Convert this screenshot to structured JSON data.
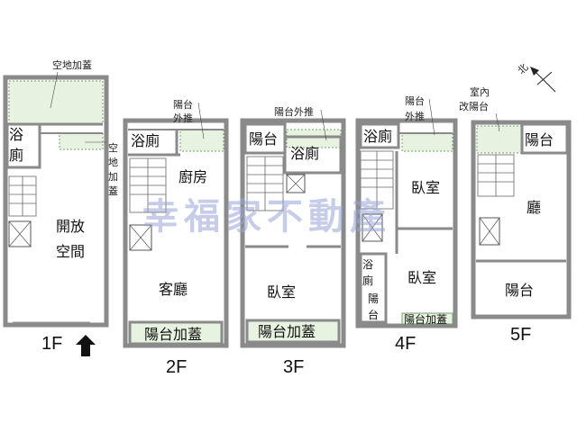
{
  "watermark": "幸福家不動產",
  "north": {
    "label": "北"
  },
  "colors": {
    "wall": "#8a8a8a",
    "balcony_fill": "#e8f2e0",
    "watermark": "#9aa6d6"
  },
  "floors": {
    "f1": {
      "label": "1F",
      "notes": [
        "空地加蓋",
        "空",
        "地",
        "加",
        "蓋"
      ],
      "rooms": [
        "浴",
        "廁",
        "開放",
        "空間"
      ]
    },
    "f2": {
      "label": "2F",
      "notes": [
        "陽台",
        "外推"
      ],
      "rooms": [
        "浴廁",
        "廚房",
        "客廳",
        "陽台加蓋"
      ]
    },
    "f3": {
      "label": "3F",
      "notes": [
        "陽台外推"
      ],
      "rooms": [
        "陽台",
        "浴廁",
        "臥室",
        "陽台加蓋"
      ]
    },
    "f4": {
      "label": "4F",
      "notes": [
        "陽台",
        "外推"
      ],
      "rooms": [
        "浴廁",
        "臥室",
        "浴",
        "廁",
        "陽",
        "台",
        "臥室",
        "陽台加蓋"
      ]
    },
    "f5": {
      "label": "5F",
      "notes": [
        "室內",
        "改陽台"
      ],
      "rooms": [
        "陽台",
        "廳",
        "陽台"
      ]
    }
  }
}
